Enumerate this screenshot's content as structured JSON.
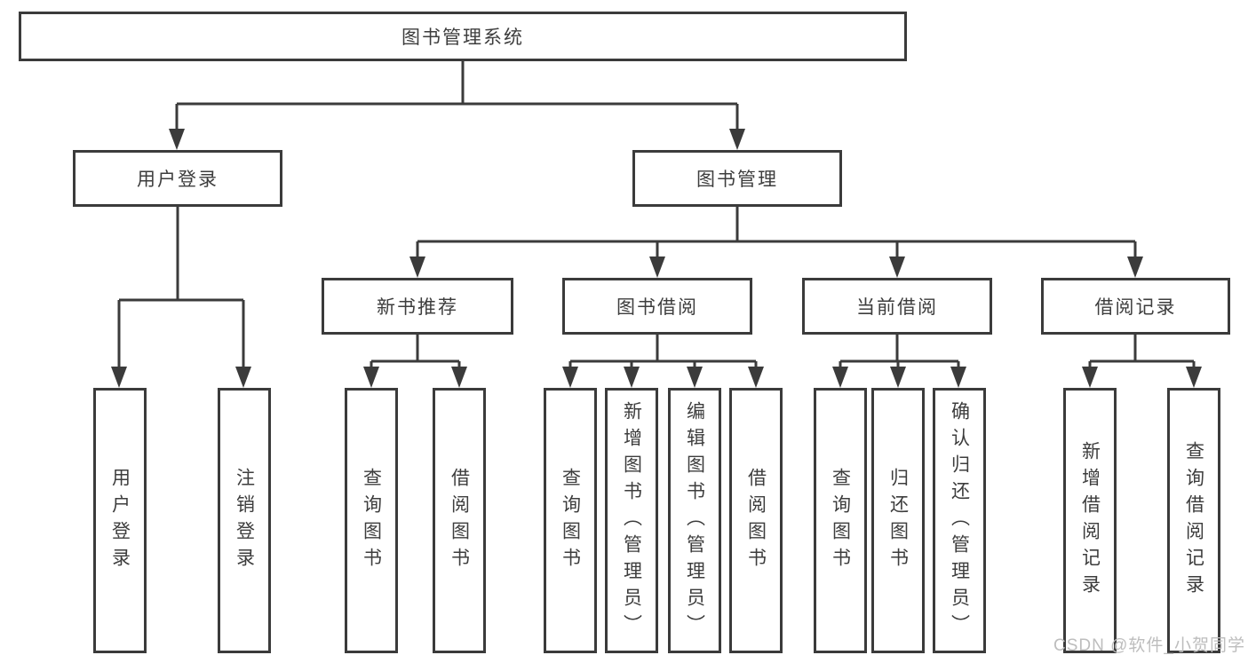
{
  "diagram": {
    "root": "图书管理系统",
    "branches": [
      "用户登录",
      "图书管理"
    ],
    "sections": [
      "新书推荐",
      "图书借阅",
      "当前借阅",
      "借阅记录"
    ],
    "leaves": [
      "用户登录",
      "注销登录",
      "查询图书",
      "借阅图书",
      "查询图书",
      "新增图书（管理员）",
      "编辑图书（管理员）",
      "借阅图书",
      "查询图书",
      "归还图书",
      "确认归还（管理员）",
      "新增借阅记录",
      "查询借阅记录"
    ],
    "colors": {
      "line": "#3b3b3b",
      "text": "#3d3d3d",
      "background": "#ffffff",
      "watermark": "#bdbdbd"
    }
  },
  "watermark": "CSDN @软件_小贺同学"
}
